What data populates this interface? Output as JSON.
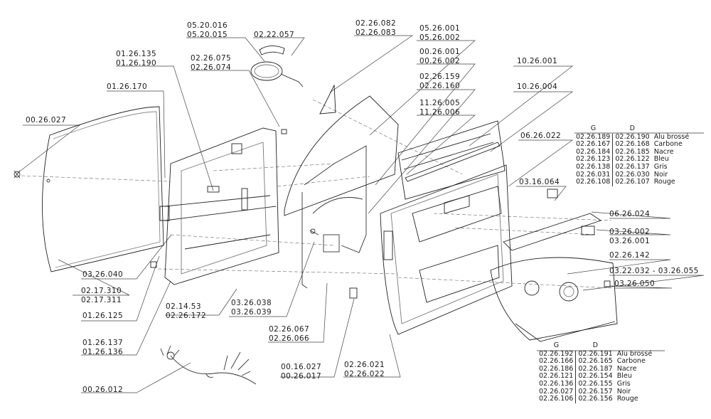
{
  "labels": {
    "l_05_20_016": "05.20.016",
    "l_05_20_015": "05.20.015",
    "l_02_22_057": "02.22.057",
    "l_02_26_082": "02.26.082",
    "l_02_26_083": "02.26.083",
    "l_05_26_001": "05.26.001",
    "l_05_26_002": "05.26.002",
    "l_00_26_001": "00.26.001",
    "l_00_26_002": "00.26.002",
    "l_02_26_159": "02.26.159",
    "l_02_26_160": "02.26.160",
    "l_11_26_005": "11.26.005",
    "l_11_26_006": "11.26.006",
    "l_10_26_001": "10.26.001",
    "l_10_26_004": "10.26.004",
    "l_01_26_135": "01.26.135",
    "l_01_26_190": "01.26.190",
    "l_02_26_075": "02.26.075",
    "l_02_26_074": "02.26.074",
    "l_01_26_170": "01.26.170",
    "l_00_26_027": "00.26.027",
    "l_06_26_022": "06.26.022",
    "l_03_16_064": "03.16.064",
    "l_06_26_024": "06.26.024",
    "l_03_26_002": "03.26.002",
    "l_03_26_001": "03.26.001",
    "l_02_26_142": "02.26.142",
    "l_03_22_032": "03.22.032 - 03.26.055",
    "l_03_26_050": "03.26.050",
    "l_03_26_040": "03.26.040",
    "l_02_17_310": "02.17.310",
    "l_02_17_311": "02.17.311",
    "l_01_26_125": "01.26.125",
    "l_03_26_038": "03.26.038",
    "l_03_26_039": "03.26.039",
    "l_02_14_53": "02.14.53",
    "l_02_26_172": "02.26.172",
    "l_02_26_067": "02.26.067",
    "l_02_26_066": "02.26.066",
    "l_01_26_137": "01.26.137",
    "l_01_26_136": "01.26.136",
    "l_00_16_027": "00.16.027",
    "l_00_26_017": "00.26.017",
    "l_02_26_021": "02.26.021",
    "l_02_26_022": "02.26.022",
    "l_00_26_012": "00.26.012"
  },
  "table_top": {
    "head": [
      "G",
      "D"
    ],
    "rows": [
      [
        "02.26.189",
        "02.26.190",
        "Alu brossé"
      ],
      [
        "02.26.167",
        "02.26.168",
        "Carbone"
      ],
      [
        "02.26.184",
        "02.26.185",
        "Nacre"
      ],
      [
        "02.26.123",
        "02.26.122",
        "Bleu"
      ],
      [
        "02.26.138",
        "02.26.137",
        "Gris"
      ],
      [
        "02.26.031",
        "02.26.030",
        "Noir"
      ],
      [
        "02.26.108",
        "02.26.107",
        "Rouge"
      ]
    ]
  },
  "table_bottom": {
    "head": [
      "G",
      "D"
    ],
    "rows": [
      [
        "02.26.192",
        "02.26.191",
        "Alu brossé"
      ],
      [
        "02.26.166",
        "02.26.165",
        "Carbone"
      ],
      [
        "02.26.186",
        "02.26.187",
        "Nacre"
      ],
      [
        "02.26.121",
        "02.26.154",
        "Bleu"
      ],
      [
        "02.26.136",
        "02.26.155",
        "Gris"
      ],
      [
        "02.26.027",
        "02.26.157",
        "Noir"
      ],
      [
        "02.26.106",
        "02.26.156",
        "Rouge"
      ]
    ]
  }
}
